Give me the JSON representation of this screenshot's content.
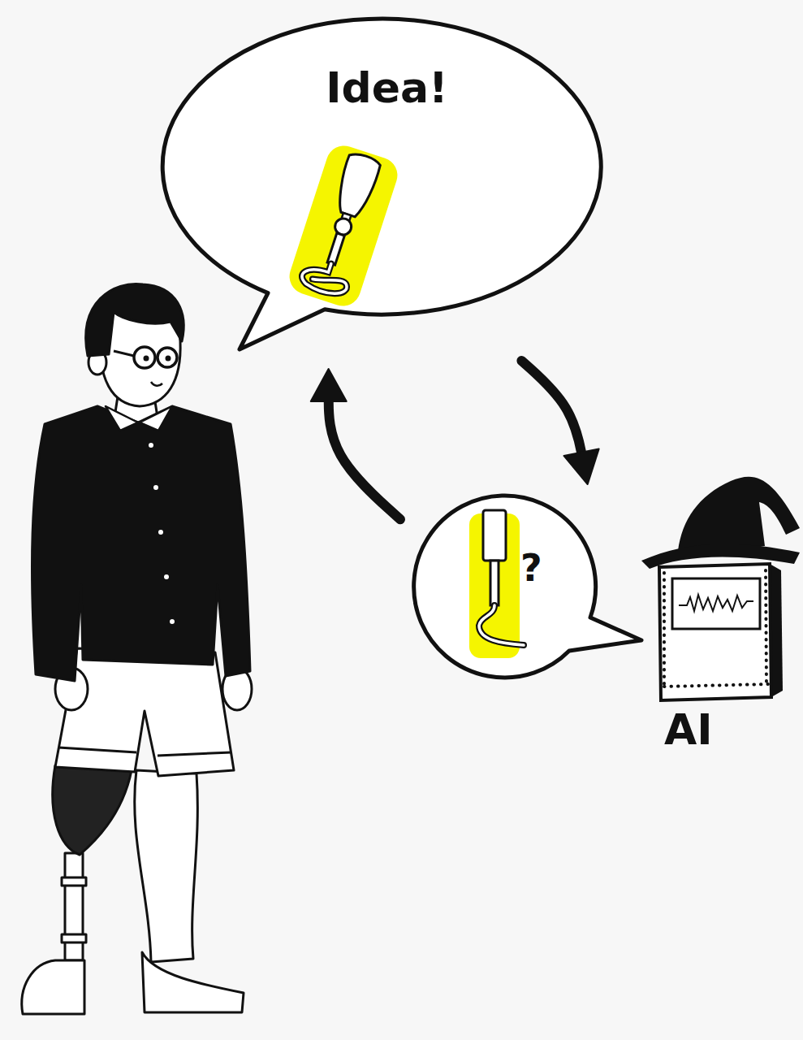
{
  "diagram": {
    "nodes": [
      {
        "text": [
          "Idea!"
        ]
      },
      {
        "text": [
          "?"
        ]
      }
    ],
    "edges": [
      {
        "from": 0,
        "to": 1,
        "arrow": "to"
      },
      {
        "from": 1,
        "to": 0,
        "arrow": "to"
      }
    ],
    "labels": [
      "AI"
    ]
  }
}
